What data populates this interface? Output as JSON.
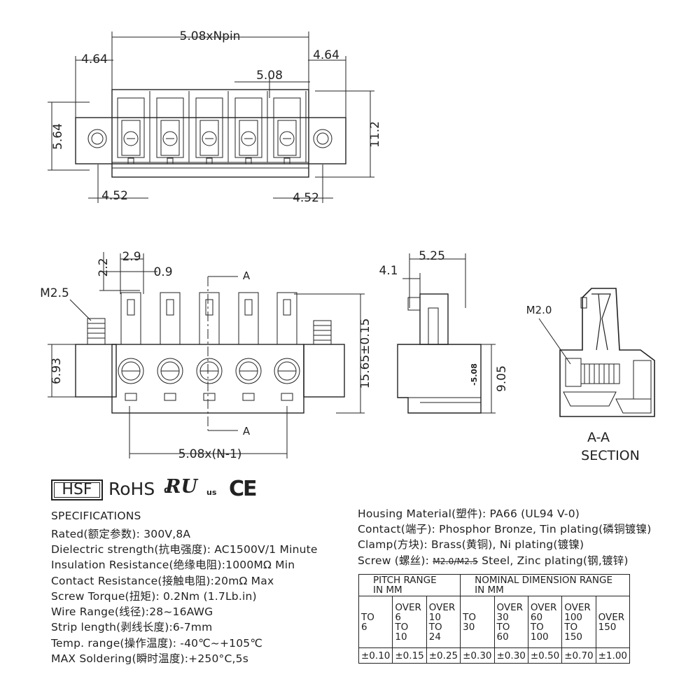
{
  "dims": {
    "top_pitch_total": "5.08xNpin",
    "top_left_margin": "4.64",
    "top_right_margin": "4.64",
    "top_pitch": "5.08",
    "top_height_left": "5.64",
    "top_height_right": "11.2",
    "top_bottom_left": "4.52",
    "top_bottom_right": "4.52",
    "front_w1": "2.9",
    "front_h1": "2.2",
    "front_w2": "0.9",
    "screw_label": "M2.5",
    "section_mark_top": "A",
    "section_mark_bottom": "A",
    "front_left_height": "6.93",
    "front_right_height": "15.65±0.15",
    "front_bottom_width": "5.08x(N-1)",
    "side_top": "5.25",
    "side_left": "4.1",
    "side_pitch_mark": "-5.08",
    "side_height": "9.05",
    "section_screw": "M2.0",
    "section_title_1": "A-A",
    "section_title_2": "SECTION"
  },
  "logos": {
    "hsf": "HSF",
    "rohs": "RoHS",
    "ur_c": "c",
    "ur_mark": "RU",
    "ur_us": "us",
    "ce": "CE"
  },
  "specs_left": [
    "SPECIFICATIONS",
    "Rated(额定参数): 300V,8A",
    "Dielectric strength(抗电强度): AC1500V/1 Minute",
    "Insulation Resistance(绝缘电阻):1000MΩ Min",
    "Contact Resistance(接触电阻):20mΩ Max",
    "Screw Torque(扭矩): 0.2Nm (1.7Lb.in)",
    "Wire Range(线径):28~16AWG",
    "Strip length(剥线长度):6-7mm",
    "Temp. range(操作温度): -40℃~+105℃",
    "MAX Soldering(瞬时温度):+250°C,5s"
  ],
  "specs_right": {
    "housing": "Housing Material(塑件): PA66 (UL94 V-0)",
    "contact": "Contact(端子): Phosphor Bronze, Tin plating(磷铜镀镍)",
    "clamp": "Clamp(方块): Brass(黄铜), Ni plating(镀镍)",
    "screw_prefix": "Screw (螺丝):",
    "screw_struck": "M2.0/M2.5",
    "screw_suffix": "Steel, Zinc plating(钢,镀锌)"
  },
  "tolerance_table": {
    "pitch_header_1": "PITCH RANGE",
    "pitch_header_2": "IN MM",
    "nominal_header_1": "NOMINAL DIMENSION RANGE",
    "nominal_header_2": "IN MM",
    "ranges": [
      [
        "TO",
        "6"
      ],
      [
        "OVER",
        "6",
        "TO",
        "10"
      ],
      [
        "OVER",
        "10",
        "TO",
        "24"
      ],
      [
        "TO",
        "30"
      ],
      [
        "OVER",
        "30",
        "TO",
        "60"
      ],
      [
        "OVER",
        "60",
        "TO",
        "100"
      ],
      [
        "OVER",
        "100",
        "TO",
        "150"
      ],
      [
        "OVER",
        "150"
      ]
    ],
    "tolerances": [
      "±0.10",
      "±0.15",
      "±0.25",
      "±0.30",
      "±0.30",
      "±0.50",
      "±0.70",
      "±1.00"
    ]
  }
}
